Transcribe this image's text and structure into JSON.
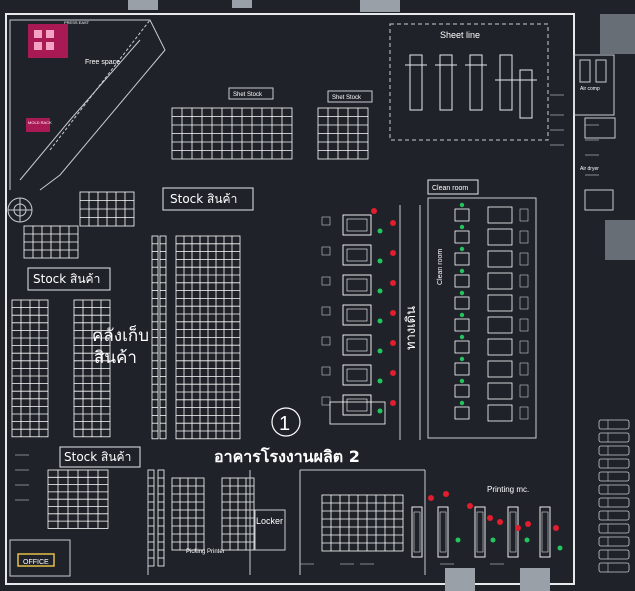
{
  "labels": {
    "free_space": "Free space",
    "shet_stock_1": "Shet Stock",
    "shet_stock_2": "Shet Stock",
    "sheet_line": "Sheet line",
    "air_comp": "Air comp",
    "air_dryer": "Air dryer",
    "clean_room_box": "Clean room",
    "clean_room_vertical": "Clean room",
    "walkway": "ทางเดิน",
    "stock_main": "Stock สินค้า",
    "stock_left": "Stock สินค้า",
    "stock_bottom": "Stock สินค้า",
    "warehouse_line1": "คลังเก็บ",
    "warehouse_line2": "สินค้า",
    "circle_number": "1",
    "building_title": "อาคารโรงงานผลิต 2",
    "printing": "Printing mc.",
    "locker": "Locker",
    "picking": "Picking Printer",
    "office": "OFFICE",
    "press_east": "PRESS EAST",
    "mold_rack": "MOLD RACK"
  },
  "colors": {
    "background": "#1f2329",
    "line": "#c8ccd2",
    "wall": "#e6e8ea",
    "machine_green": "#22c55e",
    "machine_red": "#e11d2e",
    "office_yellow": "#f2c94c",
    "grid_white": "#ffffff"
  }
}
